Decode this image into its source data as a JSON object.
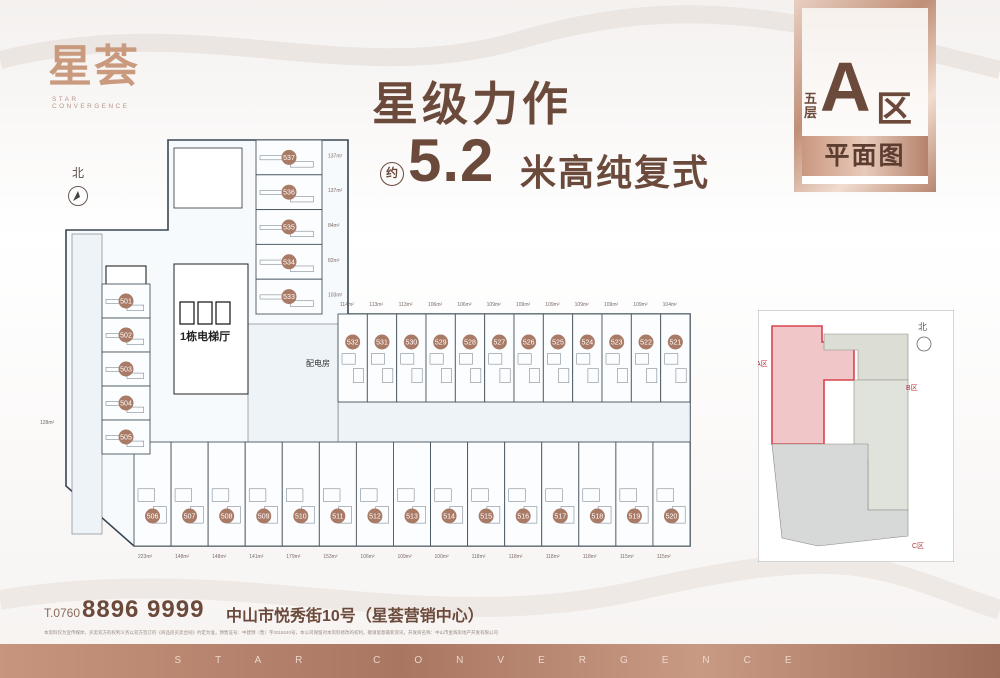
{
  "brand": {
    "logo_text": "星荟",
    "logo_sub": "STAR CONVERGENCE"
  },
  "headline": {
    "title": "星级力作",
    "prefix": "约",
    "number": "5.2",
    "suffix": "米高纯复式"
  },
  "badge": {
    "floor": "五层",
    "letter": "A",
    "zone": "区",
    "title": "平面图"
  },
  "north": "北",
  "plan": {
    "elevator_hall": "1栋电梯厅",
    "power_room": "配电房",
    "units_right_column": [
      {
        "no": "537",
        "area": "137m²"
      },
      {
        "no": "536",
        "area": "137m²"
      },
      {
        "no": "535",
        "area": "84m²"
      },
      {
        "no": "534",
        "area": "82m²"
      },
      {
        "no": "533",
        "area": "103m²"
      }
    ],
    "units_left_column": [
      "501",
      "502",
      "503",
      "504",
      "505"
    ],
    "left_area": "128m²",
    "units_top_row": [
      {
        "no": "532",
        "area": "114m²"
      },
      {
        "no": "531",
        "area": "113m²"
      },
      {
        "no": "530",
        "area": "113m²"
      },
      {
        "no": "529",
        "area": "106m²"
      },
      {
        "no": "528",
        "area": "106m²"
      },
      {
        "no": "527",
        "area": "109m²"
      },
      {
        "no": "526",
        "area": "109m²"
      },
      {
        "no": "525",
        "area": "109m²"
      },
      {
        "no": "524",
        "area": "109m²"
      },
      {
        "no": "523",
        "area": "109m²"
      },
      {
        "no": "522",
        "area": "109m²"
      },
      {
        "no": "521",
        "area": "104m²"
      }
    ],
    "units_bottom_row": [
      {
        "no": "506",
        "area": "223m²"
      },
      {
        "no": "507",
        "area": "148m²"
      },
      {
        "no": "508",
        "area": "148m²"
      },
      {
        "no": "509",
        "area": "141m²"
      },
      {
        "no": "510",
        "area": "179m²"
      },
      {
        "no": "511",
        "area": "153m²"
      },
      {
        "no": "512",
        "area": "106m²"
      },
      {
        "no": "513",
        "area": "109m²"
      },
      {
        "no": "514",
        "area": "100m²"
      },
      {
        "no": "515",
        "area": "118m²"
      },
      {
        "no": "516",
        "area": "118m²"
      },
      {
        "no": "517",
        "area": "118m²"
      },
      {
        "no": "518",
        "area": "118m²"
      },
      {
        "no": "519",
        "area": "115m²"
      },
      {
        "no": "520",
        "area": "115m²"
      }
    ]
  },
  "keyplan": {
    "north": "北",
    "zone_a": "A区",
    "zone_b": "B区",
    "zone_c": "C区"
  },
  "footer": {
    "phone_prefix": "T.0760",
    "phone": "8896 9999",
    "address": "中山市悦秀街10号（星荟营销中心）",
    "disclaimer": "本资料仅为宣传媒体，买卖双方的权利义务以双方签订的《商品房买卖合同》约定为准，预售证号：中建预（售）字2018240号，本公司保留对本资料修改的权利，敬请留意最新资讯，开发商名称：中山市金辉房地产开发有限公司",
    "bar_text": "STAR CONVERGENCE"
  },
  "colors": {
    "brand": "#6b4a3b",
    "unit_badge": "#a97a66",
    "zone_highlight": "#d9434e"
  }
}
